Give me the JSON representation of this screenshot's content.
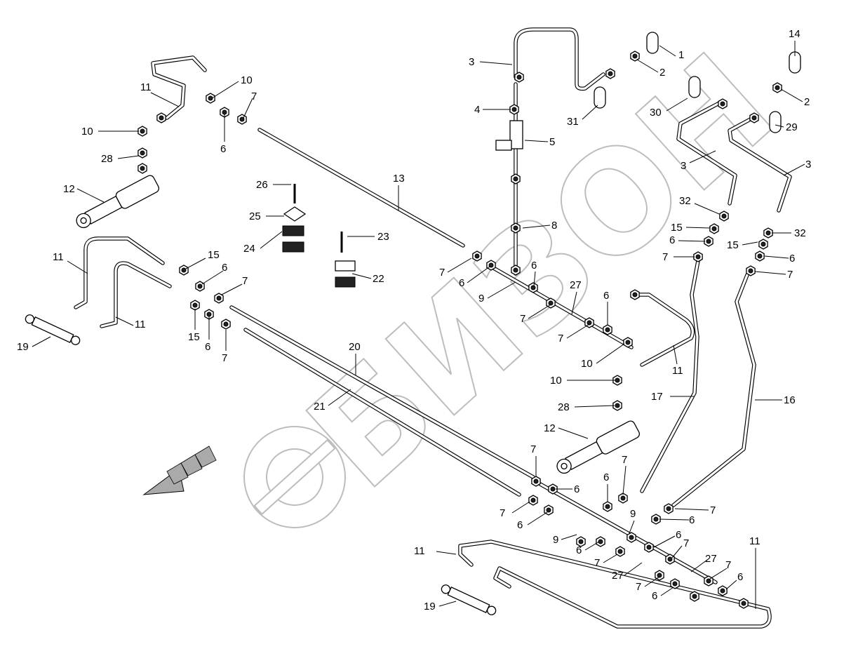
{
  "watermark": {
    "text": "БИЗОН",
    "color": "#bdbdbd"
  },
  "callouts": [
    "1",
    "2",
    "3",
    "4",
    "5",
    "6",
    "7",
    "10",
    "11",
    "10",
    "28",
    "12",
    "14",
    "2",
    "30",
    "31",
    "29",
    "3",
    "3",
    "32",
    "15",
    "6",
    "7",
    "15",
    "32",
    "6",
    "7",
    "26",
    "25",
    "24",
    "23",
    "22",
    "13",
    "8",
    "7",
    "6",
    "9",
    "6",
    "27",
    "6",
    "7",
    "7",
    "10",
    "11",
    "10",
    "28",
    "12",
    "17",
    "16",
    "11",
    "15",
    "6",
    "7",
    "11",
    "15",
    "6",
    "7",
    "19",
    "20",
    "21",
    "7",
    "6",
    "6",
    "7",
    "7",
    "6",
    "9",
    "7",
    "6",
    "9",
    "6",
    "7",
    "6",
    "7",
    "27",
    "7",
    "27",
    "7",
    "6",
    "6",
    "11",
    "11",
    "19"
  ],
  "icons": {
    "direction": "direction-arrow-icon",
    "logo": "bizon-logo-icon"
  }
}
